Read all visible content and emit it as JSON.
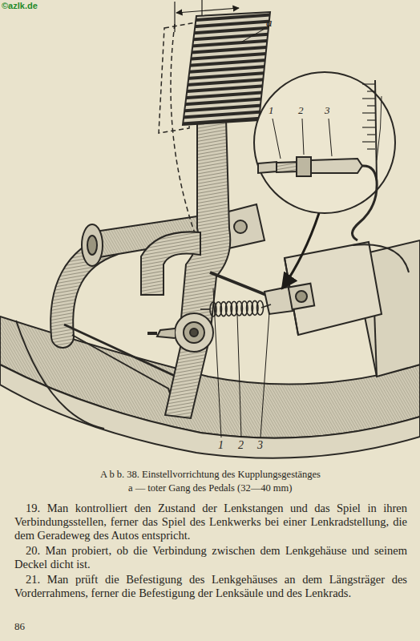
{
  "diagram": {
    "caption": "A b b. 38. Einstellvorrichtung des Kupplungsgestänges",
    "labels": [
      "©azlk.de",
      "a",
      "1",
      "2",
      "3",
      "1",
      "2",
      "3",
      "a — toter Gang des Pedals (32—40 mm)",
      "19. Man kontrolliert den Zustand der Lenkstangen und das Spiel in ihren Verbindungsstellen, ferner das Spiel des Lenkwerks bei einer Lenkradstellung, die dem Geradeweg des Autos entspricht.",
      "20. Man probiert, ob die Verbindung zwischen dem Lenkgehäuse und seinem Deckel dicht ist.",
      "21. Man prüft die Befestigung des Lenkgehäuses an dem Längsträger des Vorderrahmens, ferner die Befestigung der Lenksäule und des Lenkrads.",
      "86"
    ]
  }
}
